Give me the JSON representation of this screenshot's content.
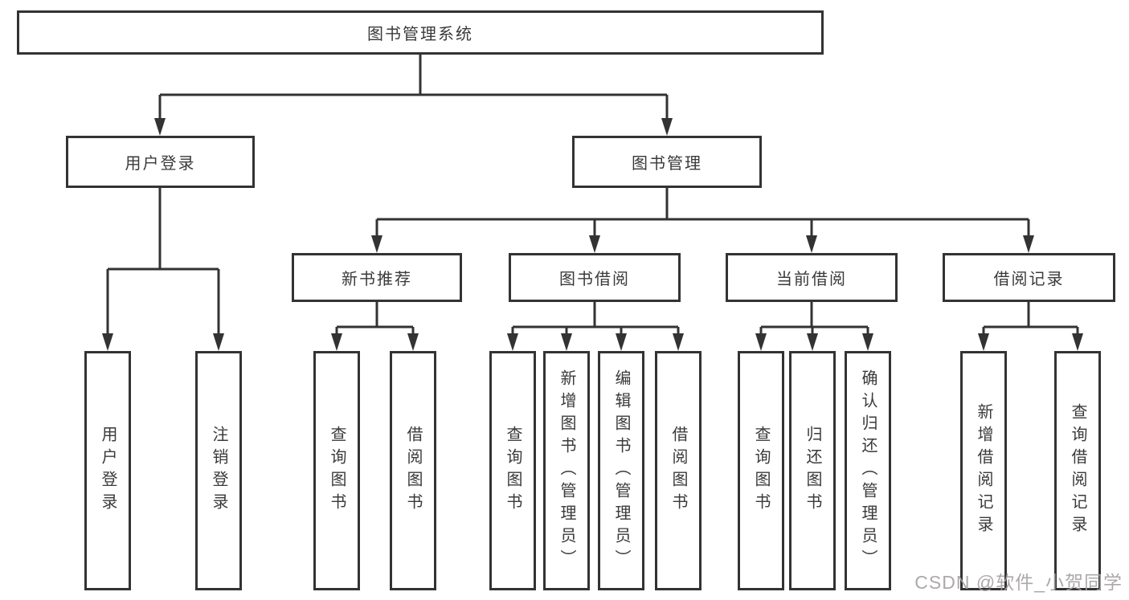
{
  "colors": {
    "line": "#333333",
    "text": "#3a3a3a",
    "background": "#ffffff",
    "watermark": "#a4a0a0"
  },
  "watermark": {
    "text": "CSDN @软件_小贺同学"
  },
  "diagram": {
    "root_label": "图书管理系统",
    "branches": [
      {
        "label": "用户登录",
        "leaves": [
          "用户登录",
          "注销登录"
        ]
      },
      {
        "label": "图书管理",
        "groups": [
          {
            "label": "新书推荐",
            "leaves": [
              "查询图书",
              "借阅图书"
            ]
          },
          {
            "label": "图书借阅",
            "leaves": [
              "查询图书",
              "新增图书（管理员）",
              "编辑图书（管理员）",
              "借阅图书"
            ]
          },
          {
            "label": "当前借阅",
            "leaves": [
              "查询图书",
              "归还图书",
              "确认归还（管理员）"
            ]
          },
          {
            "label": "借阅记录",
            "leaves": [
              "新增借阅记录",
              "查询借阅记录"
            ]
          }
        ]
      }
    ]
  }
}
